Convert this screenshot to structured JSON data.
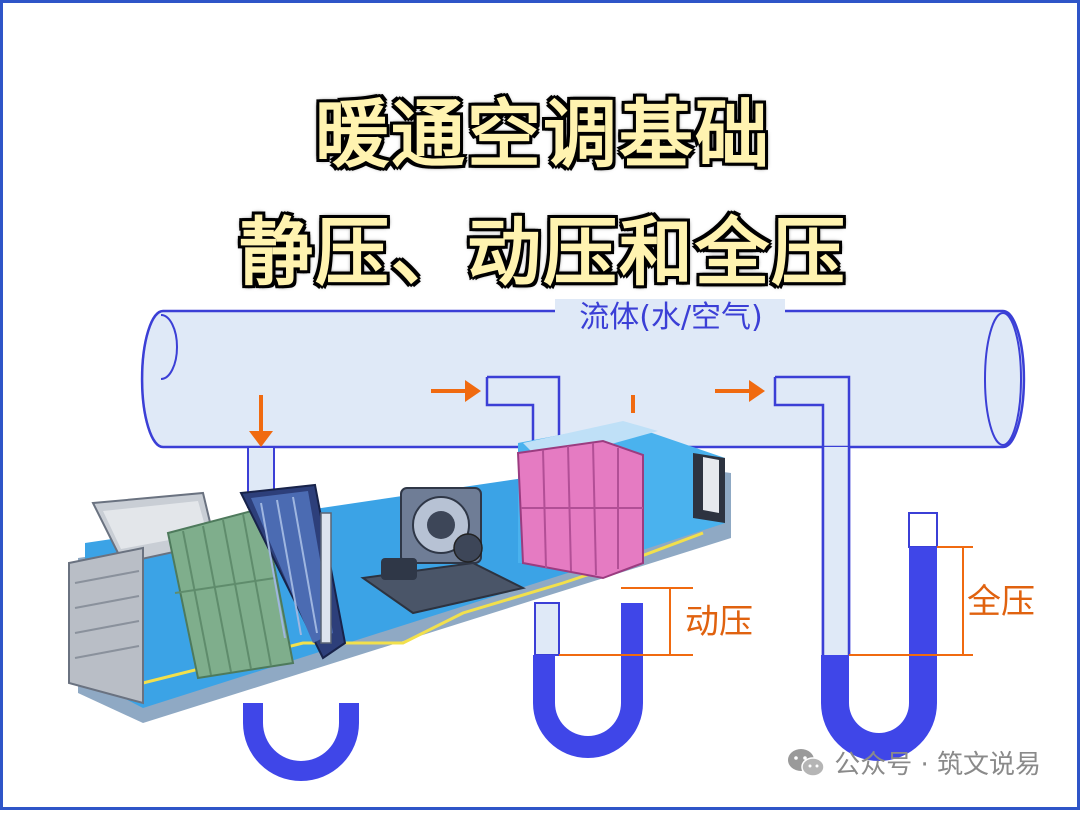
{
  "title": {
    "line1": "暖通空调基础",
    "line2": "静压、动压和全压"
  },
  "diagram": {
    "pipe_label": "流体(水/空气)",
    "dynamic_pressure_label": "动压",
    "total_pressure_label": "全压"
  },
  "watermark": {
    "text": "公众号 · 筑文说易"
  },
  "colors": {
    "pipe_fill": "#dfe9f7",
    "pipe_stroke": "#3b3fd6",
    "fluid": "#3f46e8",
    "arrow": "#f06a10",
    "unit_blue": "#3ba3e6",
    "filter_green": "#7fae8c",
    "filter_pink": "#e57bc2",
    "border": "#2f55c8"
  },
  "icons": [
    "wechat-icon"
  ]
}
